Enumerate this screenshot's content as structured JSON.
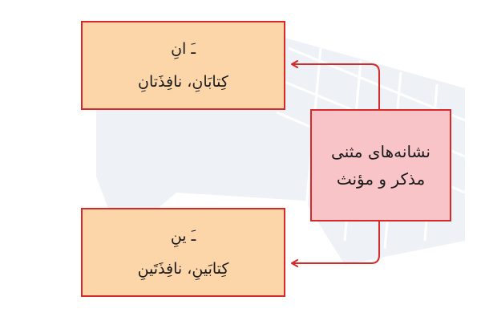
{
  "center_box": {
    "line1": "نشانه‌های مثنی",
    "line2": "مذکر و مؤنث"
  },
  "top_box": {
    "suffix": "ـَ انِ",
    "examples": "کِتابَانِ، نافِذَتانِ"
  },
  "bottom_box": {
    "suffix": "ـَ ینِ",
    "examples": "کِتابَینِ، نافِذَتَینِ"
  },
  "colors": {
    "border": "#d42a2a",
    "peach_fill": "#fcd5a8",
    "pink_fill": "#f8c4c8",
    "watermark": "#eef1f6"
  }
}
